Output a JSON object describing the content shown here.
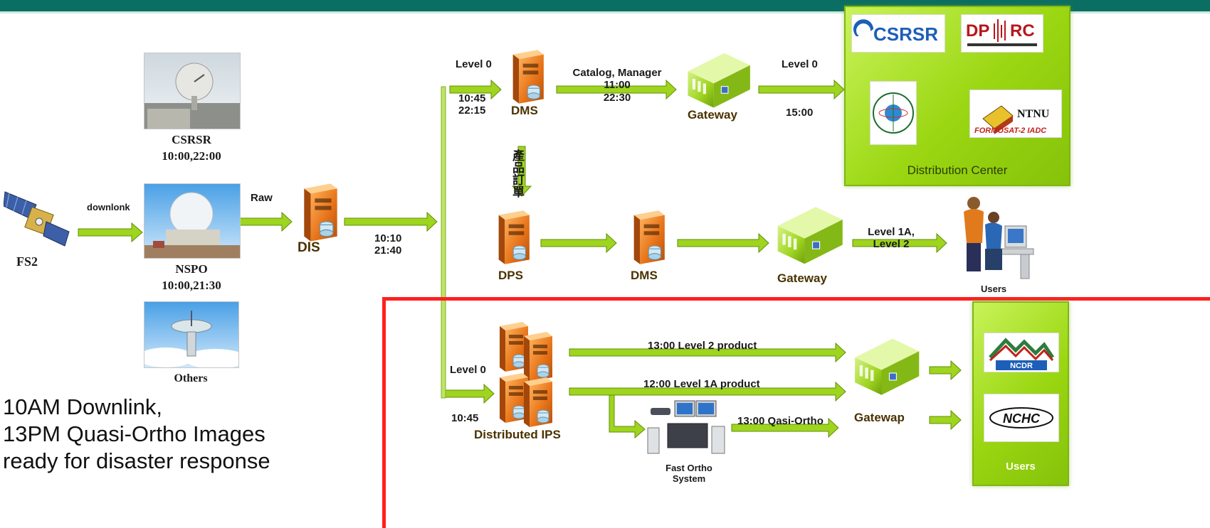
{
  "satellite": {
    "label": "FS2",
    "downlink_label": "downlonk"
  },
  "ground_stations": [
    {
      "name": "CSRSR",
      "times": "10:00,22:00"
    },
    {
      "name": "NSPO",
      "times": "10:00,21:30"
    },
    {
      "name": "Others",
      "times": ""
    }
  ],
  "dis": {
    "label": "DIS",
    "raw_label": "Raw",
    "times": [
      "10:10",
      "21:40"
    ]
  },
  "upper_flow": {
    "level0": "Level 0",
    "times": [
      "10:45",
      "22:15"
    ],
    "dms_label": "DMS",
    "catalog": "Catalog, Manager",
    "catalog_times": [
      "11:00",
      "22:30"
    ],
    "gateway_label": "Gateway",
    "out_level": "Level 0",
    "out_time": "15:00",
    "order_label": "產品訂單"
  },
  "distribution_center": {
    "title": "Distribution Center",
    "logos": [
      "CSRSR",
      "DP",
      "RC",
      "NTNU",
      "FORMOSAT-2 IADC"
    ]
  },
  "middle_flow": {
    "dps_label": "DPS",
    "dms_label": "DMS",
    "gateway_label": "Gateway",
    "levels": [
      "Level 1A,",
      "Level 2"
    ],
    "users_label": "Users"
  },
  "lower_flow": {
    "level0": "Level 0",
    "time": "10:45",
    "ips_label": "Distributed IPS",
    "product_l2": "13:00 Level 2 product",
    "product_l1a": "12:00 Level 1A product",
    "qasi": "13:00 Qasi-Ortho",
    "gateway_label": "Gatewap",
    "fast_ortho": [
      "Fast Ortho",
      "System"
    ],
    "users_title": "Users",
    "user_logos": [
      "NCDR",
      "NCHC"
    ]
  },
  "note_lines": [
    "10AM Downlink,",
    "13PM Quasi-Ortho Images",
    "ready for disaster response"
  ],
  "colors": {
    "arrow": "#9fd41f",
    "server": "#e8751a",
    "frame": "#ff2020",
    "header": "#0b6e62"
  }
}
